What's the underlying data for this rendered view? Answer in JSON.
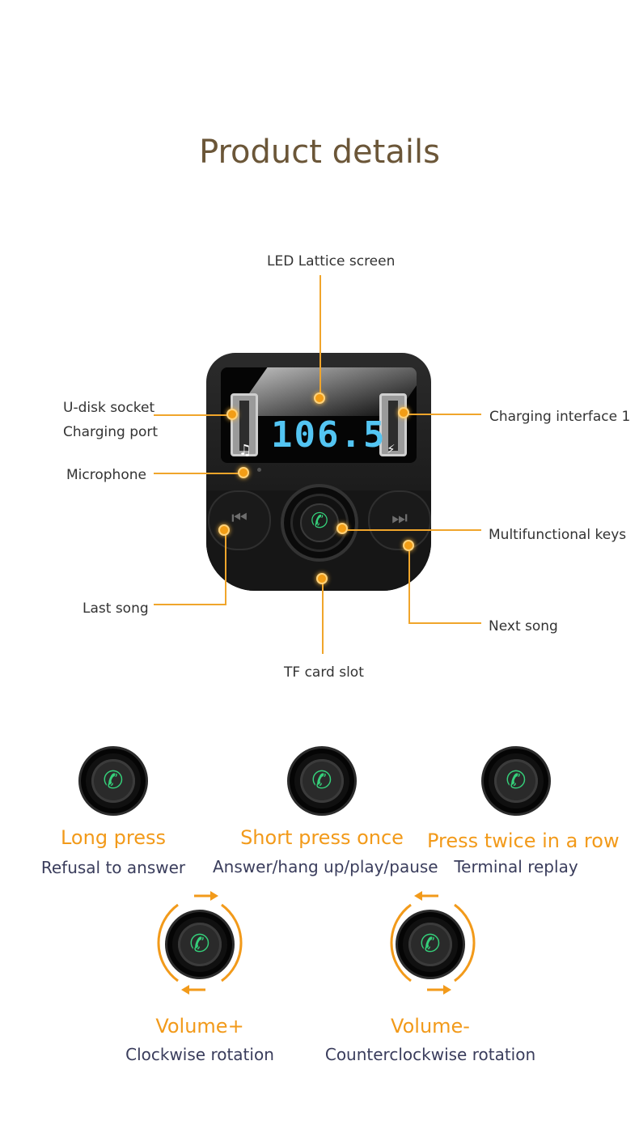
{
  "title": "Product details",
  "device": {
    "frequency": "106.5",
    "music_glyph": "♫",
    "bolt_glyph": "⚡",
    "prev_glyph": "⏮",
    "next_glyph": "⏭",
    "phone_glyph": "✆"
  },
  "callouts": {
    "led_screen": "LED Lattice screen",
    "udisk_line1": "U-disk socket",
    "udisk_line2": "Charging port",
    "charging_interface": "Charging interface 1",
    "microphone": "Microphone",
    "multifunctional": "Multifunctional keys",
    "last_song": "Last song",
    "next_song": "Next song",
    "tf_slot": "TF card slot"
  },
  "functions": [
    {
      "name": "Long press",
      "desc": "Refusal to answer"
    },
    {
      "name": "Short press once",
      "desc": "Answer/hang up/play/pause"
    },
    {
      "name": "Press twice in a row",
      "desc": "Terminal replay"
    },
    {
      "name": "Volume+",
      "desc": "Clockwise rotation"
    },
    {
      "name": "Volume-",
      "desc": "Counterclockwise rotation"
    }
  ],
  "colors": {
    "accent": "#f29a1a",
    "title": "#6b5638",
    "lcd": "#53c5f3",
    "phone": "#35d07a"
  }
}
